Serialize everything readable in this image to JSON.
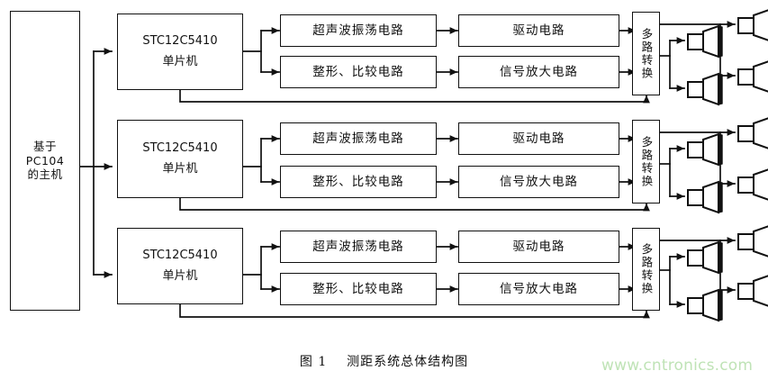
{
  "figure": {
    "caption_number": "图 1",
    "caption_title": "测距系统总体结构图",
    "watermark": "www.cntronics.com",
    "colors": {
      "stroke": "#111111",
      "background": "#ffffff",
      "watermark": "#bfe3b6"
    }
  },
  "host": {
    "label": "基于\nPC104\n的主机"
  },
  "channels": [
    {
      "mcu": {
        "label": "STC12C5410\n单片机"
      },
      "transmit_chain": [
        {
          "label": "超声波振荡电路"
        },
        {
          "label": "驱动电路"
        }
      ],
      "receive_chain": [
        {
          "label": "整形、比较电路"
        },
        {
          "label": "信号放大电路"
        }
      ],
      "mux": {
        "label": "多路转换"
      },
      "transducers": [
        {
          "name": "transducer-1"
        },
        {
          "name": "transducer-2"
        },
        {
          "name": "transducer-3"
        },
        {
          "name": "transducer-4"
        }
      ]
    },
    {
      "mcu": {
        "label": "STC12C5410\n单片机"
      },
      "transmit_chain": [
        {
          "label": "超声波振荡电路"
        },
        {
          "label": "驱动电路"
        }
      ],
      "receive_chain": [
        {
          "label": "整形、比较电路"
        },
        {
          "label": "信号放大电路"
        }
      ],
      "mux": {
        "label": "多路转换"
      },
      "transducers": [
        {
          "name": "transducer-1"
        },
        {
          "name": "transducer-2"
        },
        {
          "name": "transducer-3"
        },
        {
          "name": "transducer-4"
        }
      ]
    },
    {
      "mcu": {
        "label": "STC12C5410\n单片机"
      },
      "transmit_chain": [
        {
          "label": "超声波振荡电路"
        },
        {
          "label": "驱动电路"
        }
      ],
      "receive_chain": [
        {
          "label": "整形、比较电路"
        },
        {
          "label": "信号放大电路"
        }
      ],
      "mux": {
        "label": "多路转换"
      },
      "transducers": [
        {
          "name": "transducer-1"
        },
        {
          "name": "transducer-2"
        },
        {
          "name": "transducer-3"
        },
        {
          "name": "transducer-4"
        }
      ]
    }
  ]
}
